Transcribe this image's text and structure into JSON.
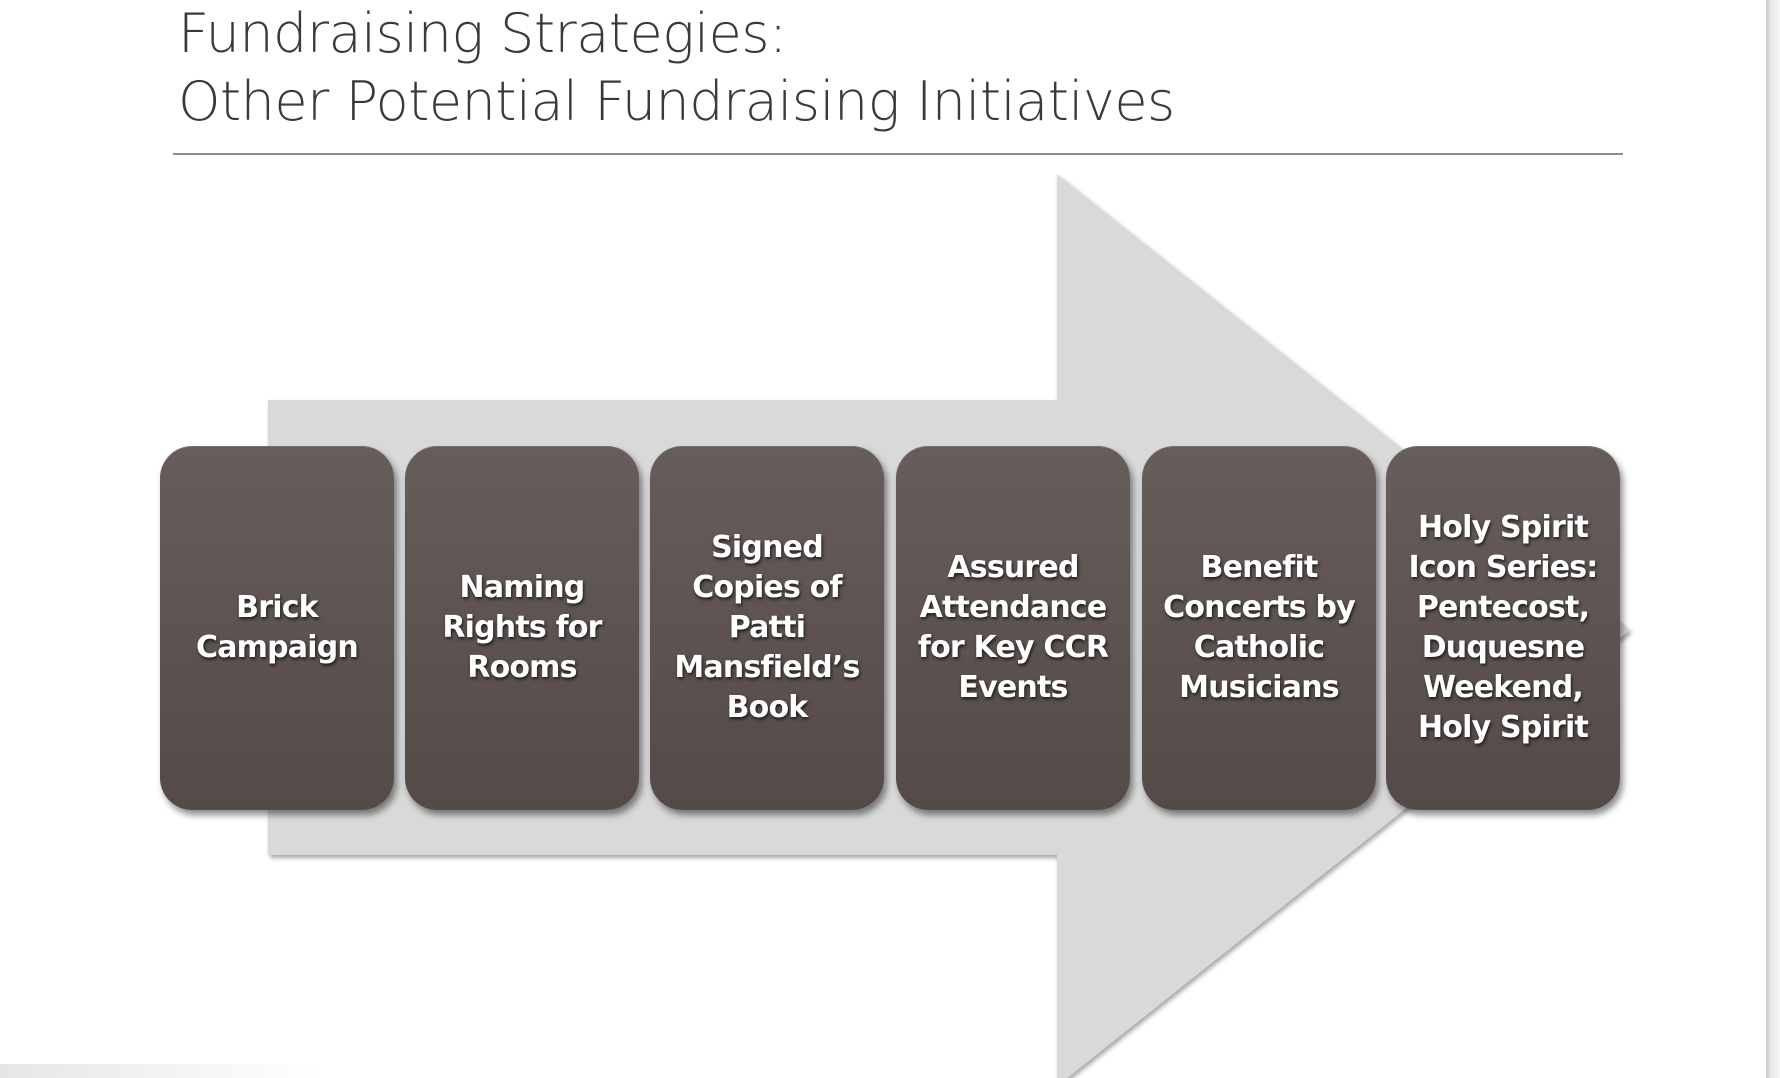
{
  "title": {
    "line1": "Fundraising Strategies:",
    "line2": "Other Potential Fundraising Initiatives"
  },
  "colors": {
    "box_fill": "#5e5452",
    "arrow_fill": "#d9d9d9",
    "title_text": "#3a3a3a",
    "box_text": "#ffffff"
  },
  "steps": [
    {
      "label": "Brick\nCampaign"
    },
    {
      "label": "Naming\nRights for\nRooms"
    },
    {
      "label": "Signed\nCopies of\nPatti\nMansfield’s\nBook"
    },
    {
      "label": "Assured\nAttendance\nfor Key CCR\nEvents"
    },
    {
      "label": "Benefit\nConcerts by\nCatholic\nMusicians"
    },
    {
      "label": "Holy Spirit\nIcon Series:\nPentecost,\nDuquesne\nWeekend,\nHoly Spirit"
    }
  ]
}
